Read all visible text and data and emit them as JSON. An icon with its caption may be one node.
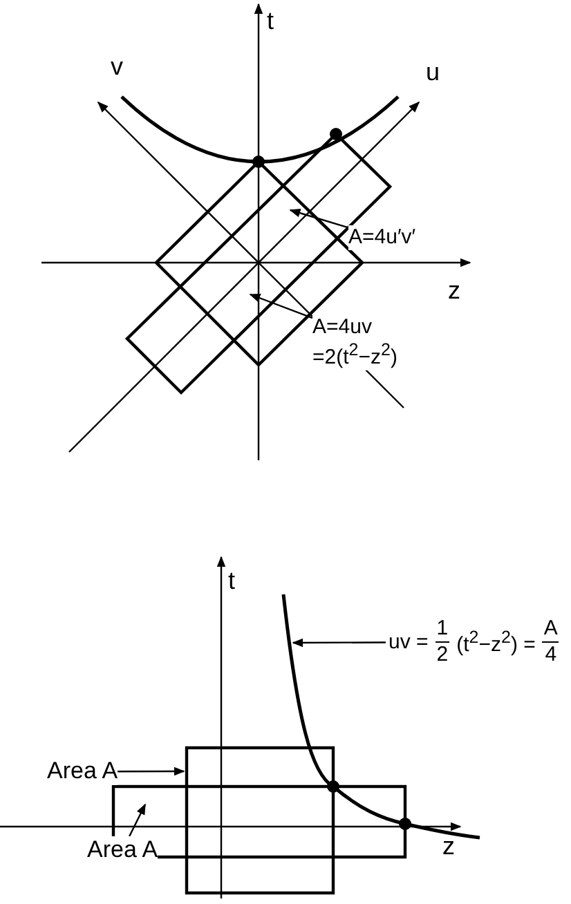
{
  "diagram": {
    "nodes": [
      {
        "text": [
          "A=4u′v′"
        ]
      },
      {
        "text": [
          "A=4uv =2(t$^{2}$−z$^{2}$)"
        ]
      },
      {
        "text": [
          "uv =",
          "1",
          "2",
          "(t$^{2}$−z$^{2}$) =",
          "A",
          "4"
        ]
      },
      {
        "text": [
          "Area A"
        ]
      },
      {
        "text": [
          "Area A"
        ]
      }
    ],
    "edges": [
      {
        "from": 0,
        "to": null,
        "arrow": "to"
      },
      {
        "from": 1,
        "to": null,
        "arrow": "to"
      },
      {
        "from": 2,
        "to": null,
        "arrow": "to"
      },
      {
        "from": 3,
        "to": null,
        "arrow": "to"
      },
      {
        "from": 4,
        "to": null,
        "arrow": "to"
      }
    ],
    "labels": [
      "t",
      "v",
      "u",
      "z",
      "t",
      "z"
    ]
  }
}
